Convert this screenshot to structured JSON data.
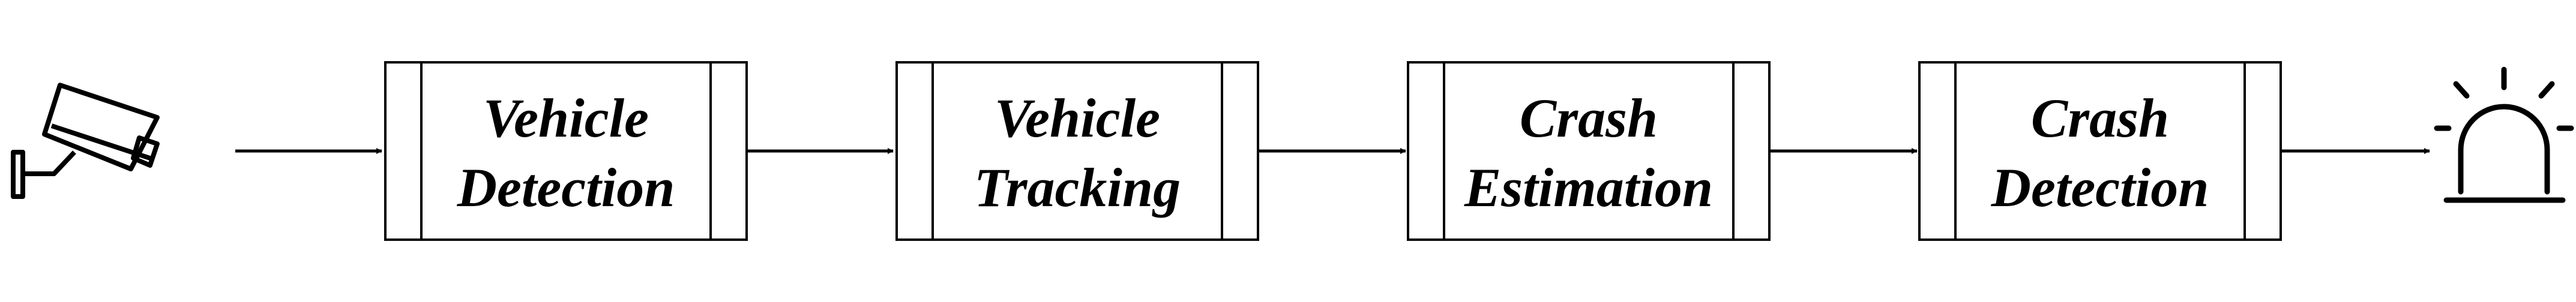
{
  "diagram": {
    "input_icon": "security-camera-icon",
    "output_icon": "alarm-siren-icon",
    "stages": [
      {
        "line1": "Vehicle",
        "line2": "Detection"
      },
      {
        "line1": "Vehicle",
        "line2": "Tracking"
      },
      {
        "line1": "Crash",
        "line2": "Estimation"
      },
      {
        "line1": "Crash",
        "line2": "Detection"
      }
    ]
  }
}
